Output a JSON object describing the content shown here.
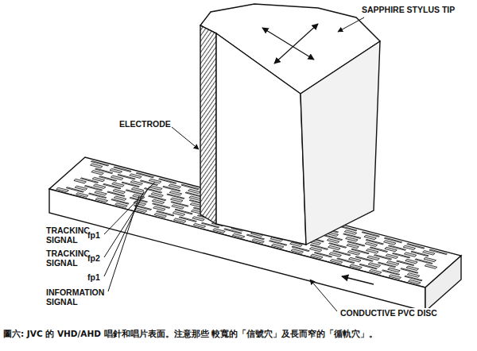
{
  "diagram": {
    "caption": "圖六: JVC 的 VHD/AHD 唱針和唱片表面。注意那些 較寬的「信號穴」及長而窄的「循軌穴」。",
    "labels": [
      "SAPPHIRE STYLUS TIP",
      "ELECTRODE",
      "TRACKING SIGNAL",
      "fp1",
      "TRACKING SIGNAL",
      "fp2",
      "fp1",
      "INFORMATION SIGNAL",
      "CONDUCTIVE PVC DISC"
    ]
  }
}
